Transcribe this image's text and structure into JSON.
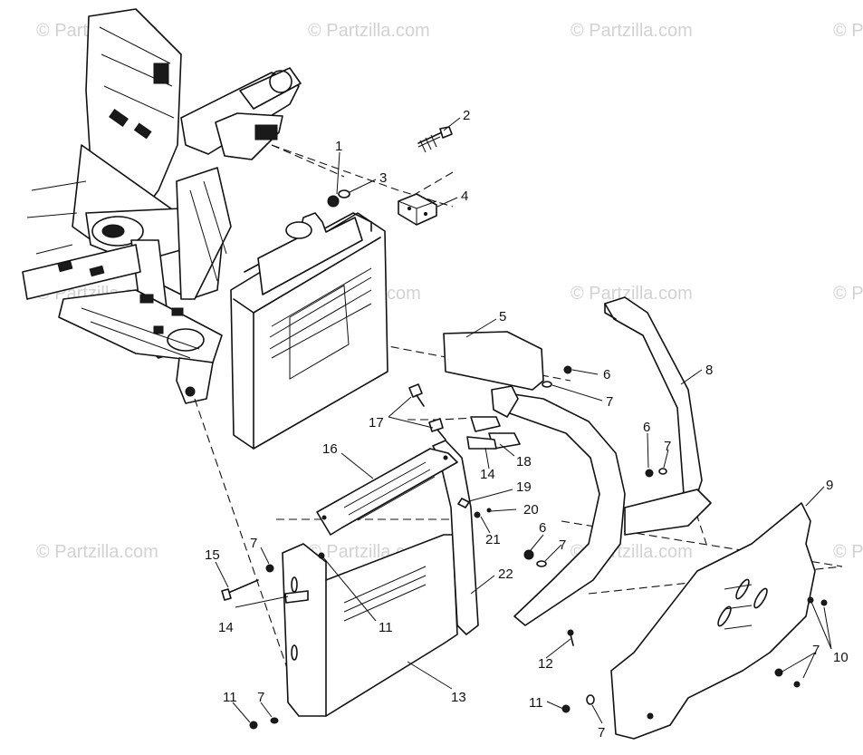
{
  "watermark": {
    "text": "© Partzilla.com",
    "color": "#d2d2d2"
  },
  "callouts": {
    "c1": "1",
    "c2": "2",
    "c3": "3",
    "c4": "4",
    "c5": "5",
    "c6a": "6",
    "c6b": "6",
    "c6c": "6",
    "c7a": "7",
    "c7b": "7",
    "c7c": "7",
    "c7d": "7",
    "c7e": "7",
    "c7f": "7",
    "c7g": "7",
    "c8": "8",
    "c9": "9",
    "c10": "10",
    "c11a": "11",
    "c11b": "11",
    "c11c": "11",
    "c12": "12",
    "c13": "13",
    "c14a": "14",
    "c14b": "14",
    "c15": "15",
    "c16": "16",
    "c17": "17",
    "c18": "18",
    "c19": "19",
    "c20": "20",
    "c21": "21",
    "c22": "22"
  }
}
